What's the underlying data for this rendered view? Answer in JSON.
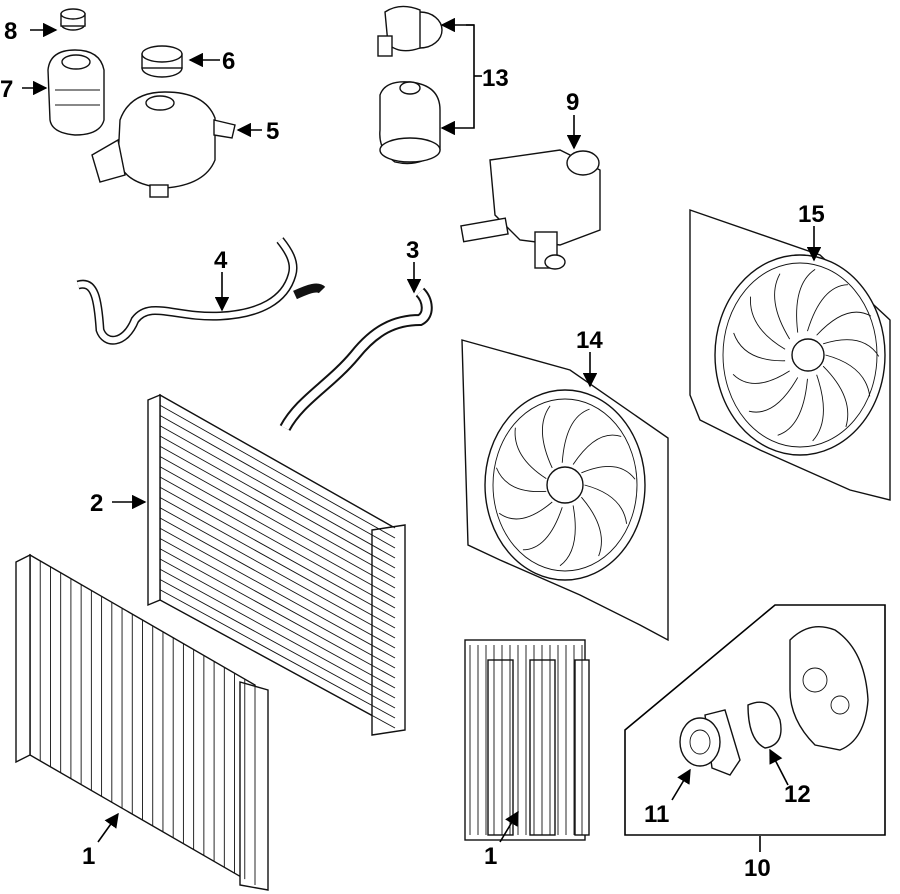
{
  "diagram": {
    "callouts": [
      {
        "id": "c1a",
        "text": "1"
      },
      {
        "id": "c1b",
        "text": "1"
      },
      {
        "id": "c2",
        "text": "2"
      },
      {
        "id": "c3",
        "text": "3"
      },
      {
        "id": "c4",
        "text": "4"
      },
      {
        "id": "c5",
        "text": "5"
      },
      {
        "id": "c6",
        "text": "6"
      },
      {
        "id": "c7",
        "text": "7"
      },
      {
        "id": "c8",
        "text": "8"
      },
      {
        "id": "c9",
        "text": "9"
      },
      {
        "id": "c10",
        "text": "10"
      },
      {
        "id": "c11",
        "text": "11"
      },
      {
        "id": "c12",
        "text": "12"
      },
      {
        "id": "c13",
        "text": "13"
      },
      {
        "id": "c14",
        "text": "14"
      },
      {
        "id": "c15",
        "text": "15"
      }
    ]
  }
}
